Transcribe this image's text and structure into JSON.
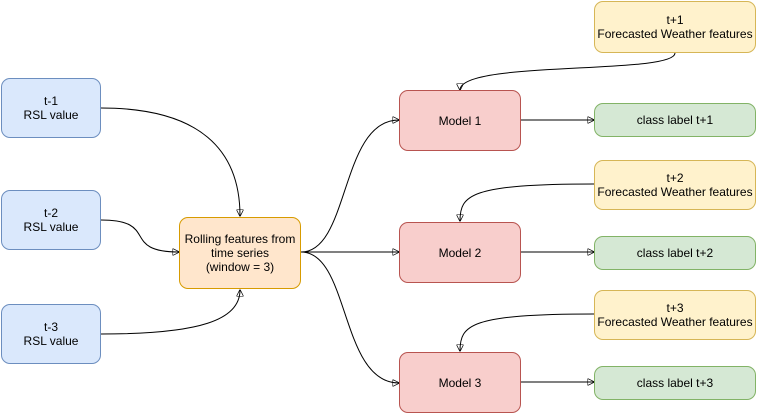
{
  "inputs": [
    {
      "line1": "t-1",
      "line2": "RSL value"
    },
    {
      "line1": "t-2",
      "line2": "RSL value"
    },
    {
      "line1": "t-3",
      "line2": "RSL value"
    }
  ],
  "rolling": {
    "line1": "Rolling features from",
    "line2": "time series",
    "line3": "(window = 3)"
  },
  "models": [
    {
      "label": "Model 1"
    },
    {
      "label": "Model 2"
    },
    {
      "label": "Model 3"
    }
  ],
  "weather": [
    {
      "line1": "t+1",
      "line2": "Forecasted Weather features"
    },
    {
      "line1": "t+2",
      "line2": "Forecasted Weather features"
    },
    {
      "line1": "t+3",
      "line2": "Forecasted Weather features"
    }
  ],
  "outputs": [
    {
      "label": "class label t+1"
    },
    {
      "label": "class label t+2"
    },
    {
      "label": "class label t+3"
    }
  ],
  "colors": {
    "input_fill": "#dae8fc",
    "input_stroke": "#6c8ebf",
    "rolling_fill": "#ffe6cc",
    "rolling_stroke": "#d79b00",
    "model_fill": "#f8cecc",
    "model_stroke": "#b85450",
    "output_fill": "#d5e8d4",
    "output_stroke": "#82b366",
    "weather_fill": "#fff2cc",
    "weather_stroke": "#d6b656",
    "edge": "#000000"
  }
}
